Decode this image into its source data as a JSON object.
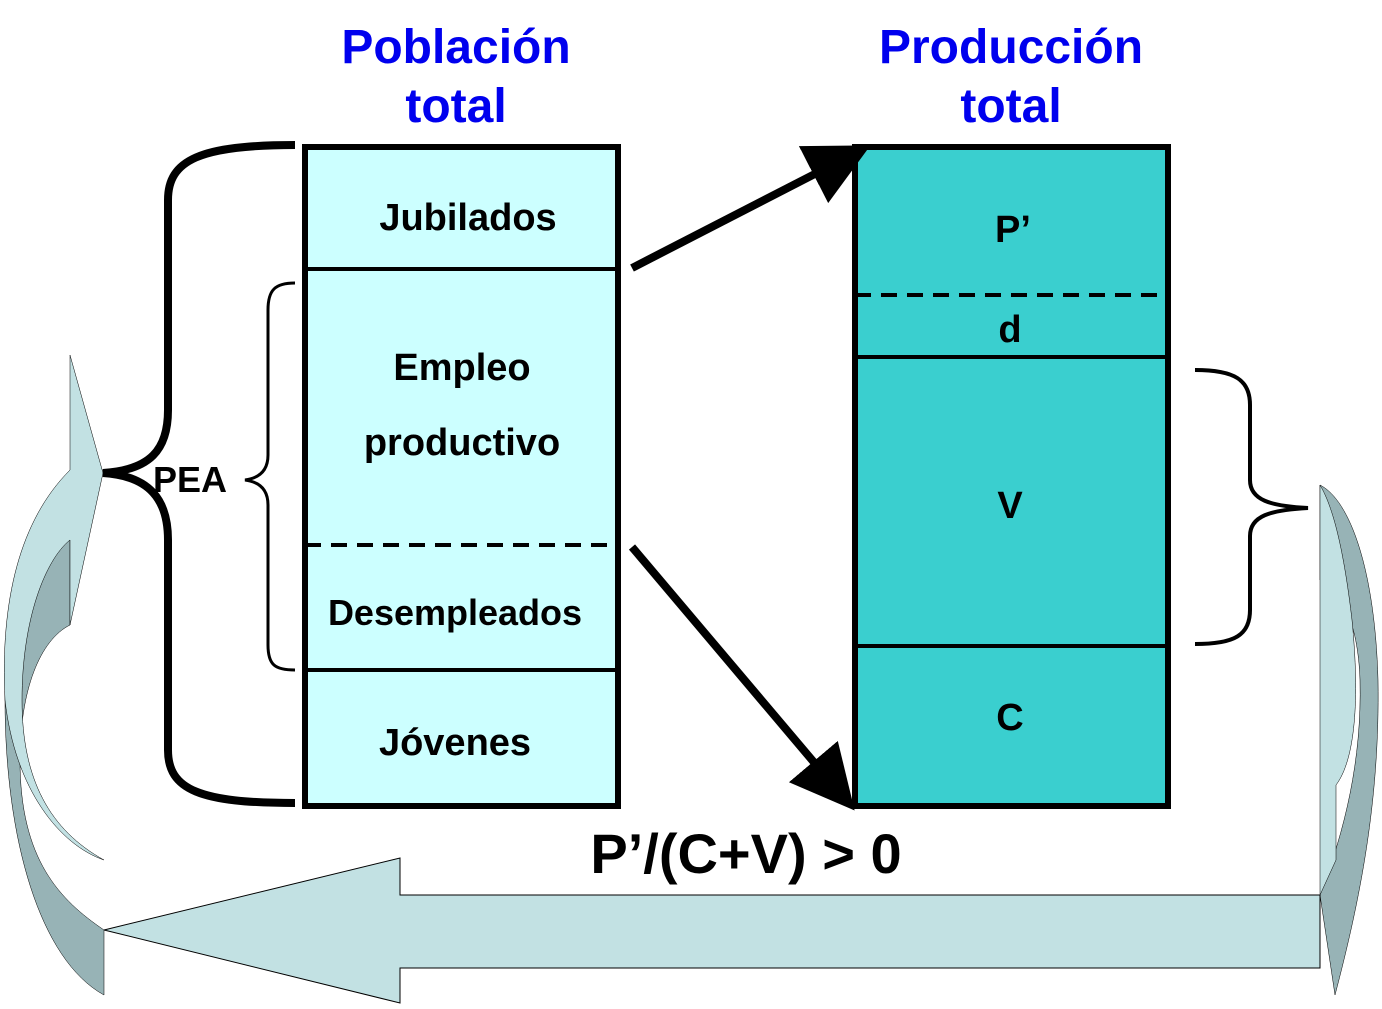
{
  "titles": {
    "poblacion_line1": "Población",
    "poblacion_line2": "total",
    "produccion_line1": "Producción",
    "produccion_line2": "total"
  },
  "poblacion_segments": {
    "jubilados": "Jubilados",
    "empleo_line1": "Empleo",
    "empleo_line2": "productivo",
    "desempleados": "Desempleados",
    "jovenes": "Jóvenes"
  },
  "produccion_segments": {
    "p_prime": "P’",
    "d": "d",
    "v": "V",
    "c": "C"
  },
  "pea_label": "PEA",
  "formula": "P’/(C+V) > 0",
  "colors": {
    "title_blue": "#0000ee",
    "poblacion_fill": "#ccffff",
    "produccion_fill": "#3acfcf",
    "arrow_fill": "#c2e1e3",
    "arrow_shade": "#97b3b6",
    "stroke": "#000000"
  }
}
